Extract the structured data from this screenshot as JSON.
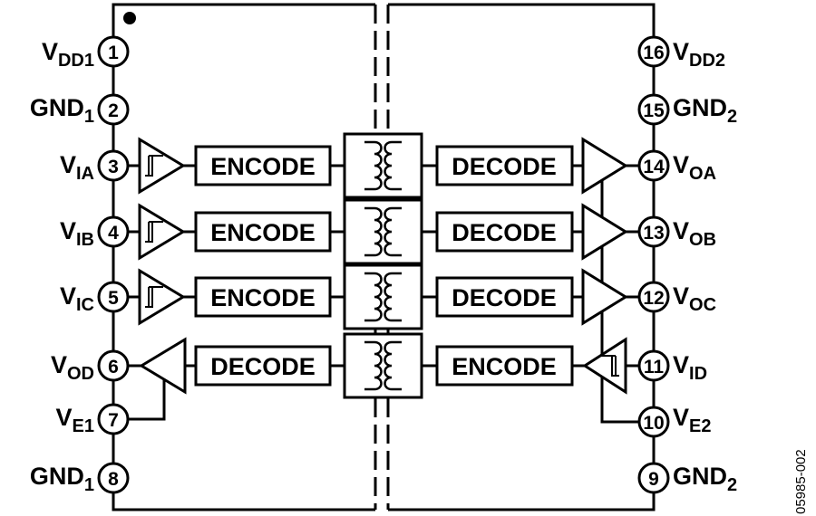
{
  "pins": [
    {
      "num": "1",
      "name": "V",
      "sub": "DD1"
    },
    {
      "num": "2",
      "name": "GND",
      "sub": "1"
    },
    {
      "num": "3",
      "name": "V",
      "sub": "IA"
    },
    {
      "num": "4",
      "name": "V",
      "sub": "IB"
    },
    {
      "num": "5",
      "name": "V",
      "sub": "IC"
    },
    {
      "num": "6",
      "name": "V",
      "sub": "OD"
    },
    {
      "num": "7",
      "name": "V",
      "sub": "E1"
    },
    {
      "num": "8",
      "name": "GND",
      "sub": "1"
    },
    {
      "num": "9",
      "name": "GND",
      "sub": "2"
    },
    {
      "num": "10",
      "name": "V",
      "sub": "E2"
    },
    {
      "num": "11",
      "name": "V",
      "sub": "ID"
    },
    {
      "num": "12",
      "name": "V",
      "sub": "OC"
    },
    {
      "num": "13",
      "name": "V",
      "sub": "OB"
    },
    {
      "num": "14",
      "name": "V",
      "sub": "OA"
    },
    {
      "num": "15",
      "name": "GND",
      "sub": "2"
    },
    {
      "num": "16",
      "name": "V",
      "sub": "DD2"
    }
  ],
  "channels": [
    {
      "left_block": "ENCODE",
      "right_block": "DECODE"
    },
    {
      "left_block": "ENCODE",
      "right_block": "DECODE"
    },
    {
      "left_block": "ENCODE",
      "right_block": "DECODE"
    },
    {
      "left_block": "DECODE",
      "right_block": "ENCODE"
    }
  ],
  "figure_id": "05985-002"
}
